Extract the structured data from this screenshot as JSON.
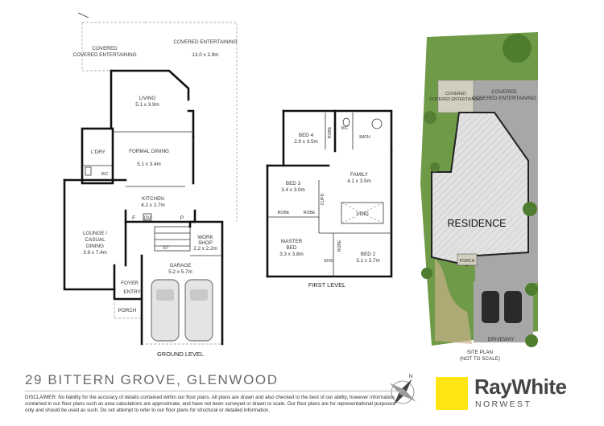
{
  "address": "29 BITTERN GROVE, GLENWOOD",
  "disclaimer": "DISCLAIMER: No liability for the accuracy of details contained within our floor plans. All plans are drawn and also checked to the best of our ability, however information contained in our floor plans such as area calculations are approximate, and have not been surveyed or drawn to scale. Our floor plans are for representational purposes only and should be used as such. Do not attempt to refer to our floor plans for structural or detailed information.",
  "ground_level": {
    "title": "GROUND LEVEL",
    "rooms": {
      "covered_left": "COVERED ENTERTAINING",
      "covered_right_name": "COVERED ENTERTAINING",
      "covered_right_dim": "13.0 x 2.9m",
      "living_name": "LIVING",
      "living_dim": "5.1 x 3.9m",
      "dining_name": "FORMAL DINING",
      "dining_dim": "5.1 x 3.4m",
      "ldry": "L'DRY",
      "wc": "WC",
      "kitchen_name": "KITCHEN",
      "kitchen_dim": "4.2 x 2.7m",
      "f": "F",
      "ov": "OV",
      "p": "P",
      "lounge_name": "LOUNGE / CASUAL DINING",
      "lounge_dim": "3.9 x 7.4m",
      "workshop_name": "WORK SHOP",
      "workshop_dim": "2.2 x 2.2m",
      "st": "ST",
      "garage_name": "GARAGE",
      "garage_dim": "5.2 x 5.7m",
      "foyer": "FOYER",
      "entry": "ENTRY",
      "porch": "PORCH"
    }
  },
  "first_level": {
    "title": "FIRST LEVEL",
    "rooms": {
      "bed4_name": "BED 4",
      "bed4_dim": "2.9 x 3.5m",
      "robe_a": "ROBE",
      "wc": "WC",
      "bath": "BATH",
      "bed3_name": "BED 3",
      "bed3_dim": "3.4 x 3.0m",
      "family_name": "FAMILY",
      "family_dim": "4.1 x 3.5m",
      "cupd": "CUPD",
      "robe_b": "ROBE",
      "robe_c": "ROBE",
      "void": "VOID",
      "master_name": "MASTER BED",
      "master_dim": "3.3 x 3.8m",
      "robe_d": "ROBE",
      "ens": "ENS",
      "bed2_name": "BED 2",
      "bed2_dim": "3.1 x 2.7m"
    }
  },
  "site_plan": {
    "title": "SITE PLAN",
    "subtitle": "(NOT TO SCALE)",
    "covered_small": "COVERED ENTERTAINING",
    "covered_large": "COVERED ENTERTAINING",
    "residence": "RESIDENCE",
    "porch": "PORCH",
    "driveway": "DRIVEWAY"
  },
  "compass": {
    "north": "N"
  },
  "brand": {
    "name": "RayWhite",
    "office": "NORWEST"
  },
  "colors": {
    "grass": "#6f9a48",
    "paving": "#a7a7a7",
    "accent": "#ffe512",
    "building": "#d6d6d6"
  }
}
